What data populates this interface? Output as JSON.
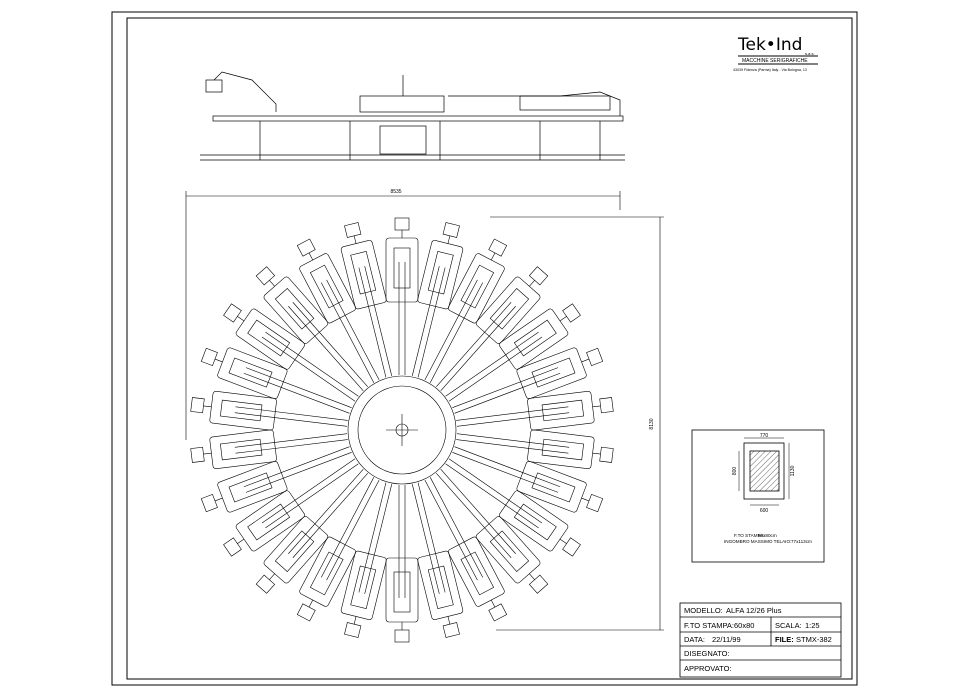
{
  "logo": {
    "brand": "Tek•Ind",
    "suffix": "s.a.s.",
    "tagline": "MACCHINE SERIGRAFICHE",
    "address": "43039 Fidenza (Parma) Italy - Via Bologna, 13"
  },
  "dimensions": {
    "overall_width": "8535",
    "overall_height": "8130"
  },
  "frame_detail": {
    "frame_width": "770",
    "frame_height": "1130",
    "print_width": "600",
    "print_height": "800",
    "note_print_label": "F.TO STAMPA:",
    "note_print_value": "60x80cm",
    "note_frame_label": "INGOMBRO MASSIMO TELAIO:",
    "note_frame_value": "77x113cm"
  },
  "title_block": {
    "model_label": "MODELLO:",
    "model_value": "ALFA 12/26 Plus",
    "print_label": "F.TO STAMPA:",
    "print_value": "60x80",
    "scale_label": "SCALA:",
    "scale_value": "1:25",
    "date_label": "DATA:",
    "date_value": "22/11/99",
    "file_label": "FILE:",
    "file_value": "STMX-382",
    "drawn_label": "DISEGNATO:",
    "approved_label": "APPROVATO:"
  }
}
